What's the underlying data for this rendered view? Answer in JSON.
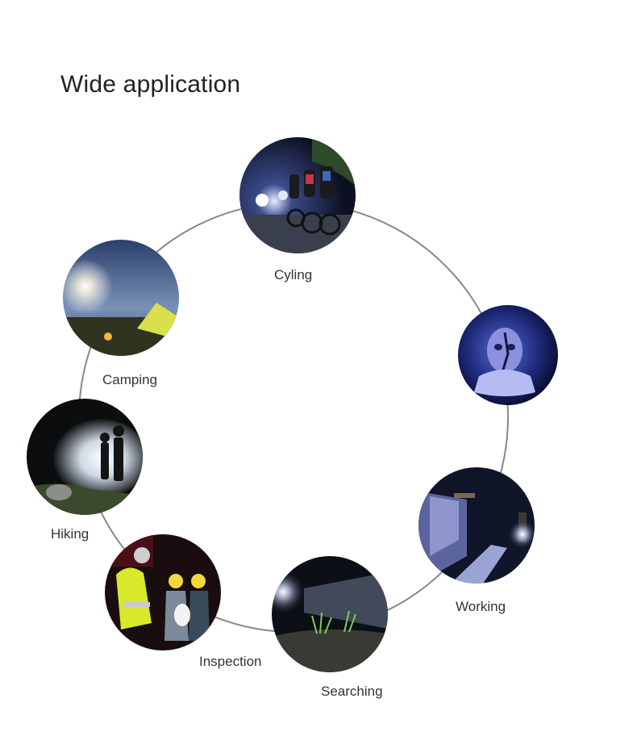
{
  "title": "Wide application",
  "labels": {
    "cycling": "Cyling",
    "camping": "Camping",
    "uv": "",
    "hiking": "Hiking",
    "working": "Working",
    "inspection": "Inspection",
    "searching": "Searching"
  },
  "colors": {
    "ring": "#888888",
    "text": "#333333"
  }
}
